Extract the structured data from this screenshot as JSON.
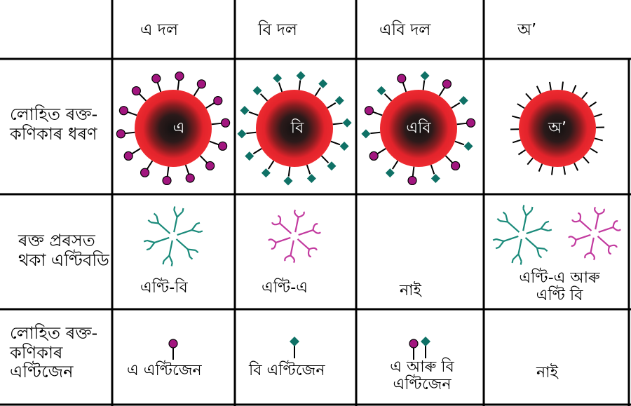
{
  "header": {
    "group_a": "এ দল",
    "group_b": "বি দল",
    "group_ab": "এবি দল",
    "group_o": "অ’"
  },
  "rows": {
    "rbc_type": [
      "লোহিত ৰক্ত-",
      "কণিকাৰ ধৰণ"
    ],
    "antibodies": [
      "ৰক্ত প্ৰৰসত",
      "থকা এণ্টিবডি"
    ],
    "antigens": [
      "লোহিত ৰক্ত-",
      "কণিকাৰ",
      "এণ্টিজেন"
    ]
  },
  "cells": {
    "rbc_labels": {
      "a": "এ",
      "b": "বি",
      "ab": "এবি",
      "o": "অ’"
    },
    "antibody_captions": {
      "a": "এণ্টি-বি",
      "b": "এণ্টি-এ",
      "ab": "নাই",
      "o": [
        "এণ্টি-এ আৰু",
        "এণ্টি বি"
      ]
    },
    "antigen_captions": {
      "a": "এ এণ্টিজেন",
      "b": "বি এণ্টিজেন",
      "ab": [
        "এ আৰু বি",
        "এণ্টিজেন"
      ],
      "o": "নাই"
    }
  },
  "colors": {
    "antigen_a": "#a2167f",
    "antigen_b": "#0f7166",
    "anti_b_antibody": "#1a8a7a",
    "anti_a_antibody": "#c23a9f",
    "cell_outer": "#e8222b",
    "cell_core": "#1a1a1a",
    "grid": "#000000"
  }
}
